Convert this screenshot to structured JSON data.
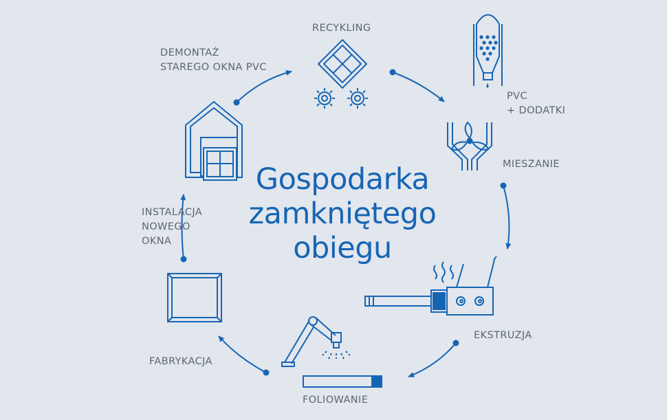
{
  "title": [
    "Gospodarka",
    "zamkniętego",
    "obiegu"
  ],
  "colors": {
    "background": "#e2e6ed",
    "icon": "#1665b4",
    "text": "#5c6670",
    "arrow": "#1665b4"
  },
  "stages": [
    {
      "id": "recykling",
      "icon": "recycling-icon",
      "lines": [
        "RECYKLING"
      ]
    },
    {
      "id": "pvc",
      "icon": "silo-icon",
      "lines": [
        "PVC",
        "+ DODATKI"
      ]
    },
    {
      "id": "mieszanie",
      "icon": "mixer-icon",
      "lines": [
        "MIESZANIE"
      ]
    },
    {
      "id": "ekstruzja",
      "icon": "extruder-icon",
      "lines": [
        "EKSTRUZJA"
      ]
    },
    {
      "id": "foliowanie",
      "icon": "robot-arm-icon",
      "lines": [
        "FOLIOWANIE"
      ]
    },
    {
      "id": "fabrykacja",
      "icon": "window-frame-icon",
      "lines": [
        "FABRYKACJA"
      ]
    },
    {
      "id": "instalacja",
      "icon": "house-window-icon",
      "lines": [
        "INSTALACJA",
        "NOWEGO",
        "OKNA"
      ]
    },
    {
      "id": "demontaz",
      "icon": "old-window-icon",
      "lines": [
        "DEMONTAŻ",
        "STAREGO OKNA PVC"
      ]
    }
  ]
}
